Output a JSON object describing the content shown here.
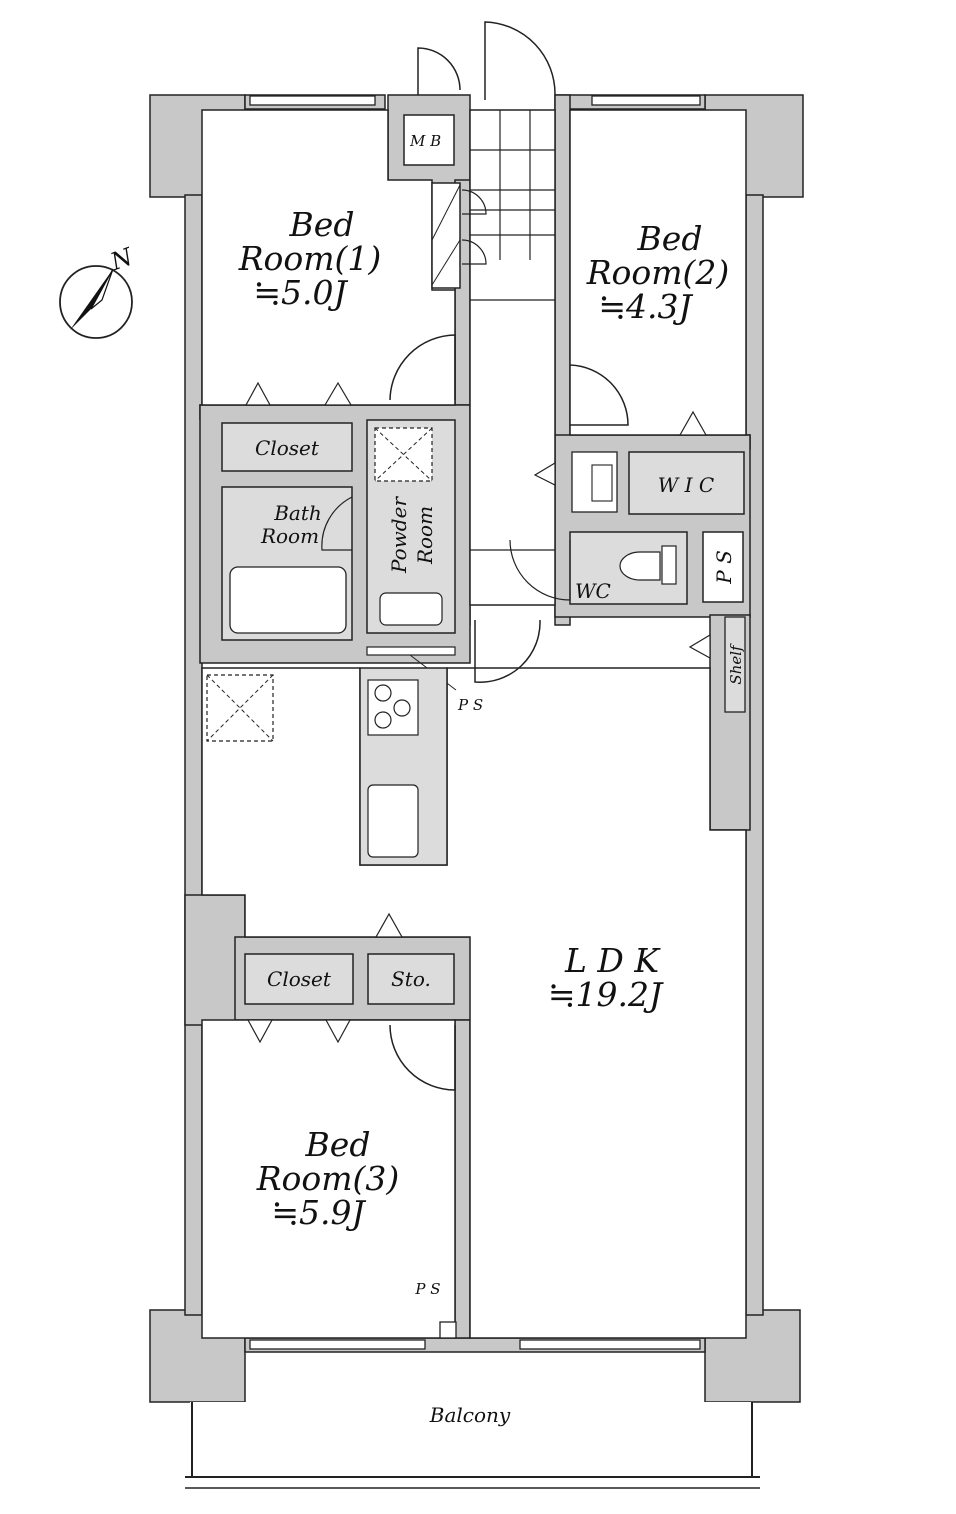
{
  "compass": {
    "north_label": "N"
  },
  "rooms": {
    "bedroom1": {
      "line1": "Bed",
      "line2": "Room(1)",
      "area": "≒5.0J"
    },
    "bedroom2": {
      "line1": "Bed",
      "line2": "Room(2)",
      "area": "≒4.3J"
    },
    "bedroom3": {
      "line1": "Bed",
      "line2": "Room(3)",
      "area": "≒5.9J"
    },
    "ldk": {
      "line1": "L D K",
      "area": "≒19.2J"
    }
  },
  "labels": {
    "mb": "M B",
    "closet_top": "Closet",
    "bath_line1": "Bath",
    "bath_line2": "Room",
    "powder_line1": "Powder",
    "powder_line2": "Room",
    "wic": "W I C",
    "wc": "WC",
    "ps_right": "P S",
    "shelf": "Shelf",
    "ps_kitchen": "P S",
    "closet_bottom": "Closet",
    "sto": "Sto.",
    "ps_bottom": "P S",
    "balcony": "Balcony"
  },
  "colors": {
    "wall": "#c8c8c8",
    "line": "#222222",
    "fixture": "#dcdcdc"
  }
}
